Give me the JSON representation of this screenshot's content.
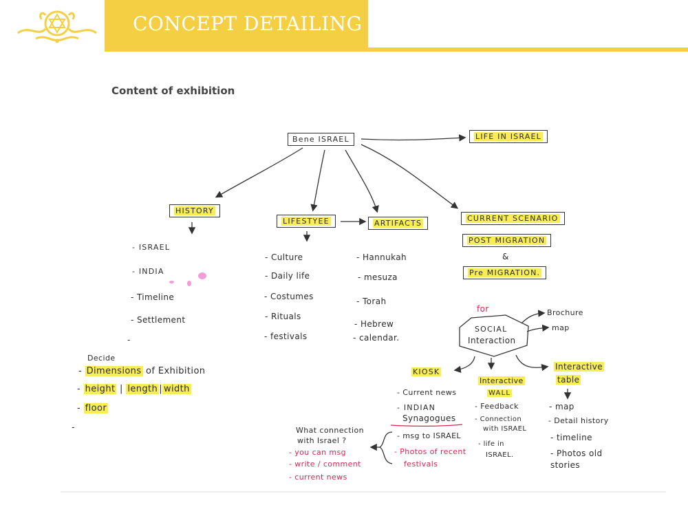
{
  "header": {
    "title": "CONCEPT DETAILING",
    "logo_icon": "star-of-david-emblem-icon",
    "accent_color": "#f5cf43"
  },
  "section_heading": "Content of exhibition",
  "mindmap": {
    "root": "Bene ISRAEL",
    "life_in_israel": "LIFE IN ISRAEL",
    "history": {
      "label": "HISTORY",
      "items": [
        "- ISRAEL",
        "- INDIA",
        "- Timeline",
        "- Settlement",
        "-"
      ]
    },
    "lifestyle": {
      "label": "LIFESTYEE",
      "items": [
        "- Culture",
        "- Daily life",
        "- Costumes",
        "- Rituals",
        "- festivals"
      ]
    },
    "artifacts": {
      "label": "ARTIFACTS",
      "items": [
        "- Hannukah",
        "- mesuza",
        "- Torah",
        "- Hebrew",
        "- calendar."
      ]
    },
    "current_scenario": {
      "label": "CURRENT SCENARIO",
      "post_migration": "POST MIGRATION",
      "ampersand": "&",
      "pre_migration": "Pre MIGRATION."
    },
    "social": {
      "for_label": "for",
      "label_line1": "SOCIAL",
      "label_line2": "Interaction",
      "brochure": "Brochure",
      "map": "map"
    },
    "kiosk": {
      "label": "KIOSK",
      "items": [
        "- Current news",
        "- INDIAN",
        "Synagogues",
        "- msg to ISRAEL",
        "- Photos of recent",
        "festivals"
      ]
    },
    "interactive_wall": {
      "label_line1": "Interactive",
      "label_line2": "WALL",
      "items": [
        "- Feedback",
        "- Connection",
        "with ISRAEL",
        "- life in",
        "ISRAEL."
      ]
    },
    "interactive_table": {
      "label_line1": "Interactive",
      "label_line2": "table",
      "items": [
        "- map",
        "- Detail history",
        "- timeline",
        "- Photos old",
        "stories"
      ]
    },
    "connection_note": {
      "question_line1": "What connection",
      "question_line2": "with Israel ?",
      "items": [
        "- you can msg",
        "- write / comment",
        "- current news"
      ]
    },
    "decide": {
      "label": "Decide",
      "line1_highlight": "Dimensions",
      "line1_rest": "of Exhibition",
      "height": "height",
      "length": "length",
      "width": "width",
      "sep": "|",
      "floor": "floor",
      "trailing": "-"
    }
  }
}
